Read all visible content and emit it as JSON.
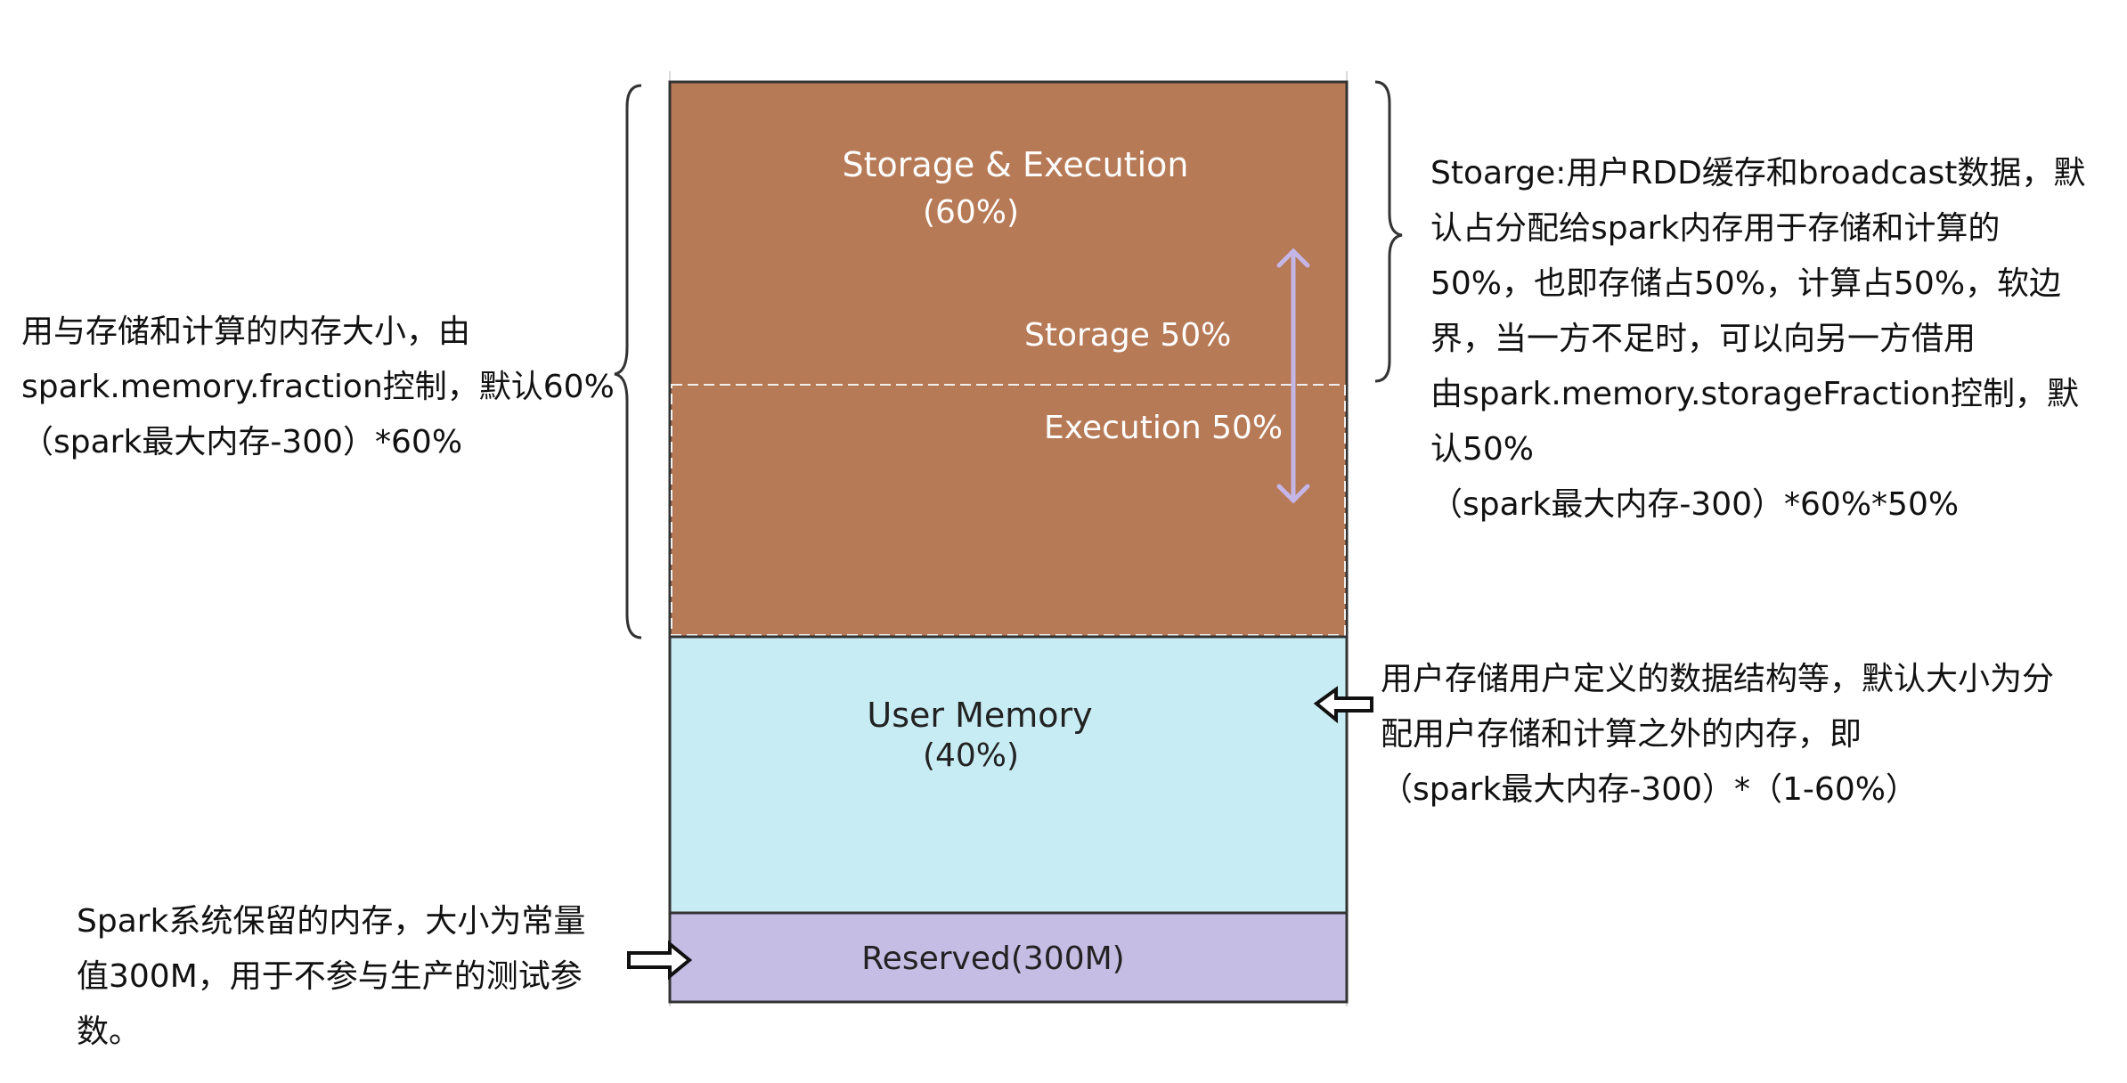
{
  "memory_diagram": {
    "regions": {
      "storage_execution": {
        "title": "Storage & Execution",
        "percent": "(60%)",
        "color": "#b77a57"
      },
      "storage": {
        "label": "Storage",
        "percent": "50%"
      },
      "execution": {
        "label": "Execution",
        "percent": "50%"
      },
      "user_memory": {
        "title": "User Memory",
        "percent": "(40%)",
        "color": "#c8ecf4"
      },
      "reserved": {
        "label": "Reserved(300M)",
        "color": "#c6bde4"
      }
    },
    "annotations": {
      "unified": {
        "lines": [
          "用与存储和计算的内存大小，由",
          "spark.memory.fraction控制，默认60%",
          "（spark最大内存-300）*60%"
        ]
      },
      "storage": {
        "lines": [
          "Stoarge:用户RDD缓存和broadcast数据，默",
          "认占分配给spark内存用于存储和计算的",
          "50%，也即存储占50%，计算占50%，软边",
          "界，当一方不足时，可以向另一方借用",
          "由spark.memory.storageFraction控制，默",
          "认50%",
          "（spark最大内存-300）*60%*50%"
        ]
      },
      "user_memory": {
        "lines": [
          "用户存储用户定义的数据结构等，默认大小为分",
          "配用户存储和计算之外的内存，即",
          "（spark最大内存-300）*（1-60%）"
        ]
      },
      "reserved": {
        "lines": [
          "Spark系统保留的内存，大小为常量",
          "值300M，用于不参与生产的测试参",
          "数。"
        ]
      }
    },
    "colors": {
      "border": "#333333",
      "arrow": "#c4b6e6",
      "text_light": "#ffffff",
      "text_dark": "#222222"
    }
  }
}
